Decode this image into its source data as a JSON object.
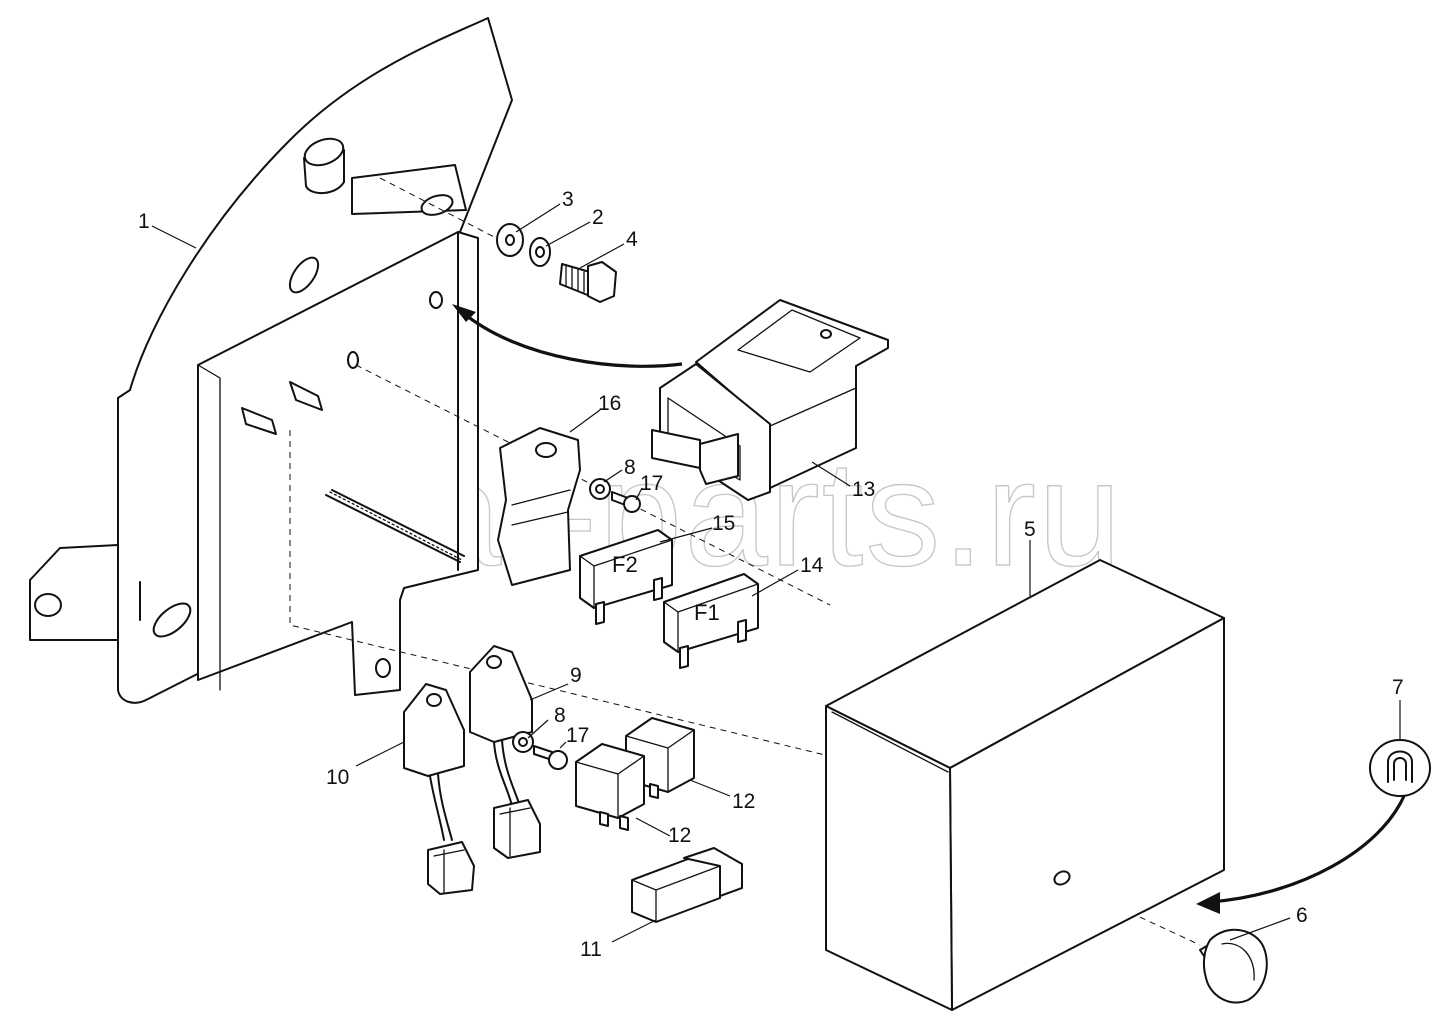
{
  "watermark": "ansat-parts.ru",
  "callouts": {
    "c1": "1",
    "c2": "2",
    "c3": "3",
    "c4": "4",
    "c5": "5",
    "c6": "6",
    "c7": "7",
    "c8a": "8",
    "c8b": "8",
    "c9": "9",
    "c10": "10",
    "c11": "11",
    "c12a": "12",
    "c12b": "12",
    "c13": "13",
    "c14": "14",
    "c15": "15",
    "c16": "16",
    "c17a": "17",
    "c17b": "17"
  },
  "fuse_marks": {
    "f1": "F1",
    "f2": "F2"
  },
  "icons": [
    "bracket-plate",
    "washer",
    "bolt",
    "relay",
    "fuse",
    "cover-box",
    "knob",
    "clip",
    "connector"
  ]
}
